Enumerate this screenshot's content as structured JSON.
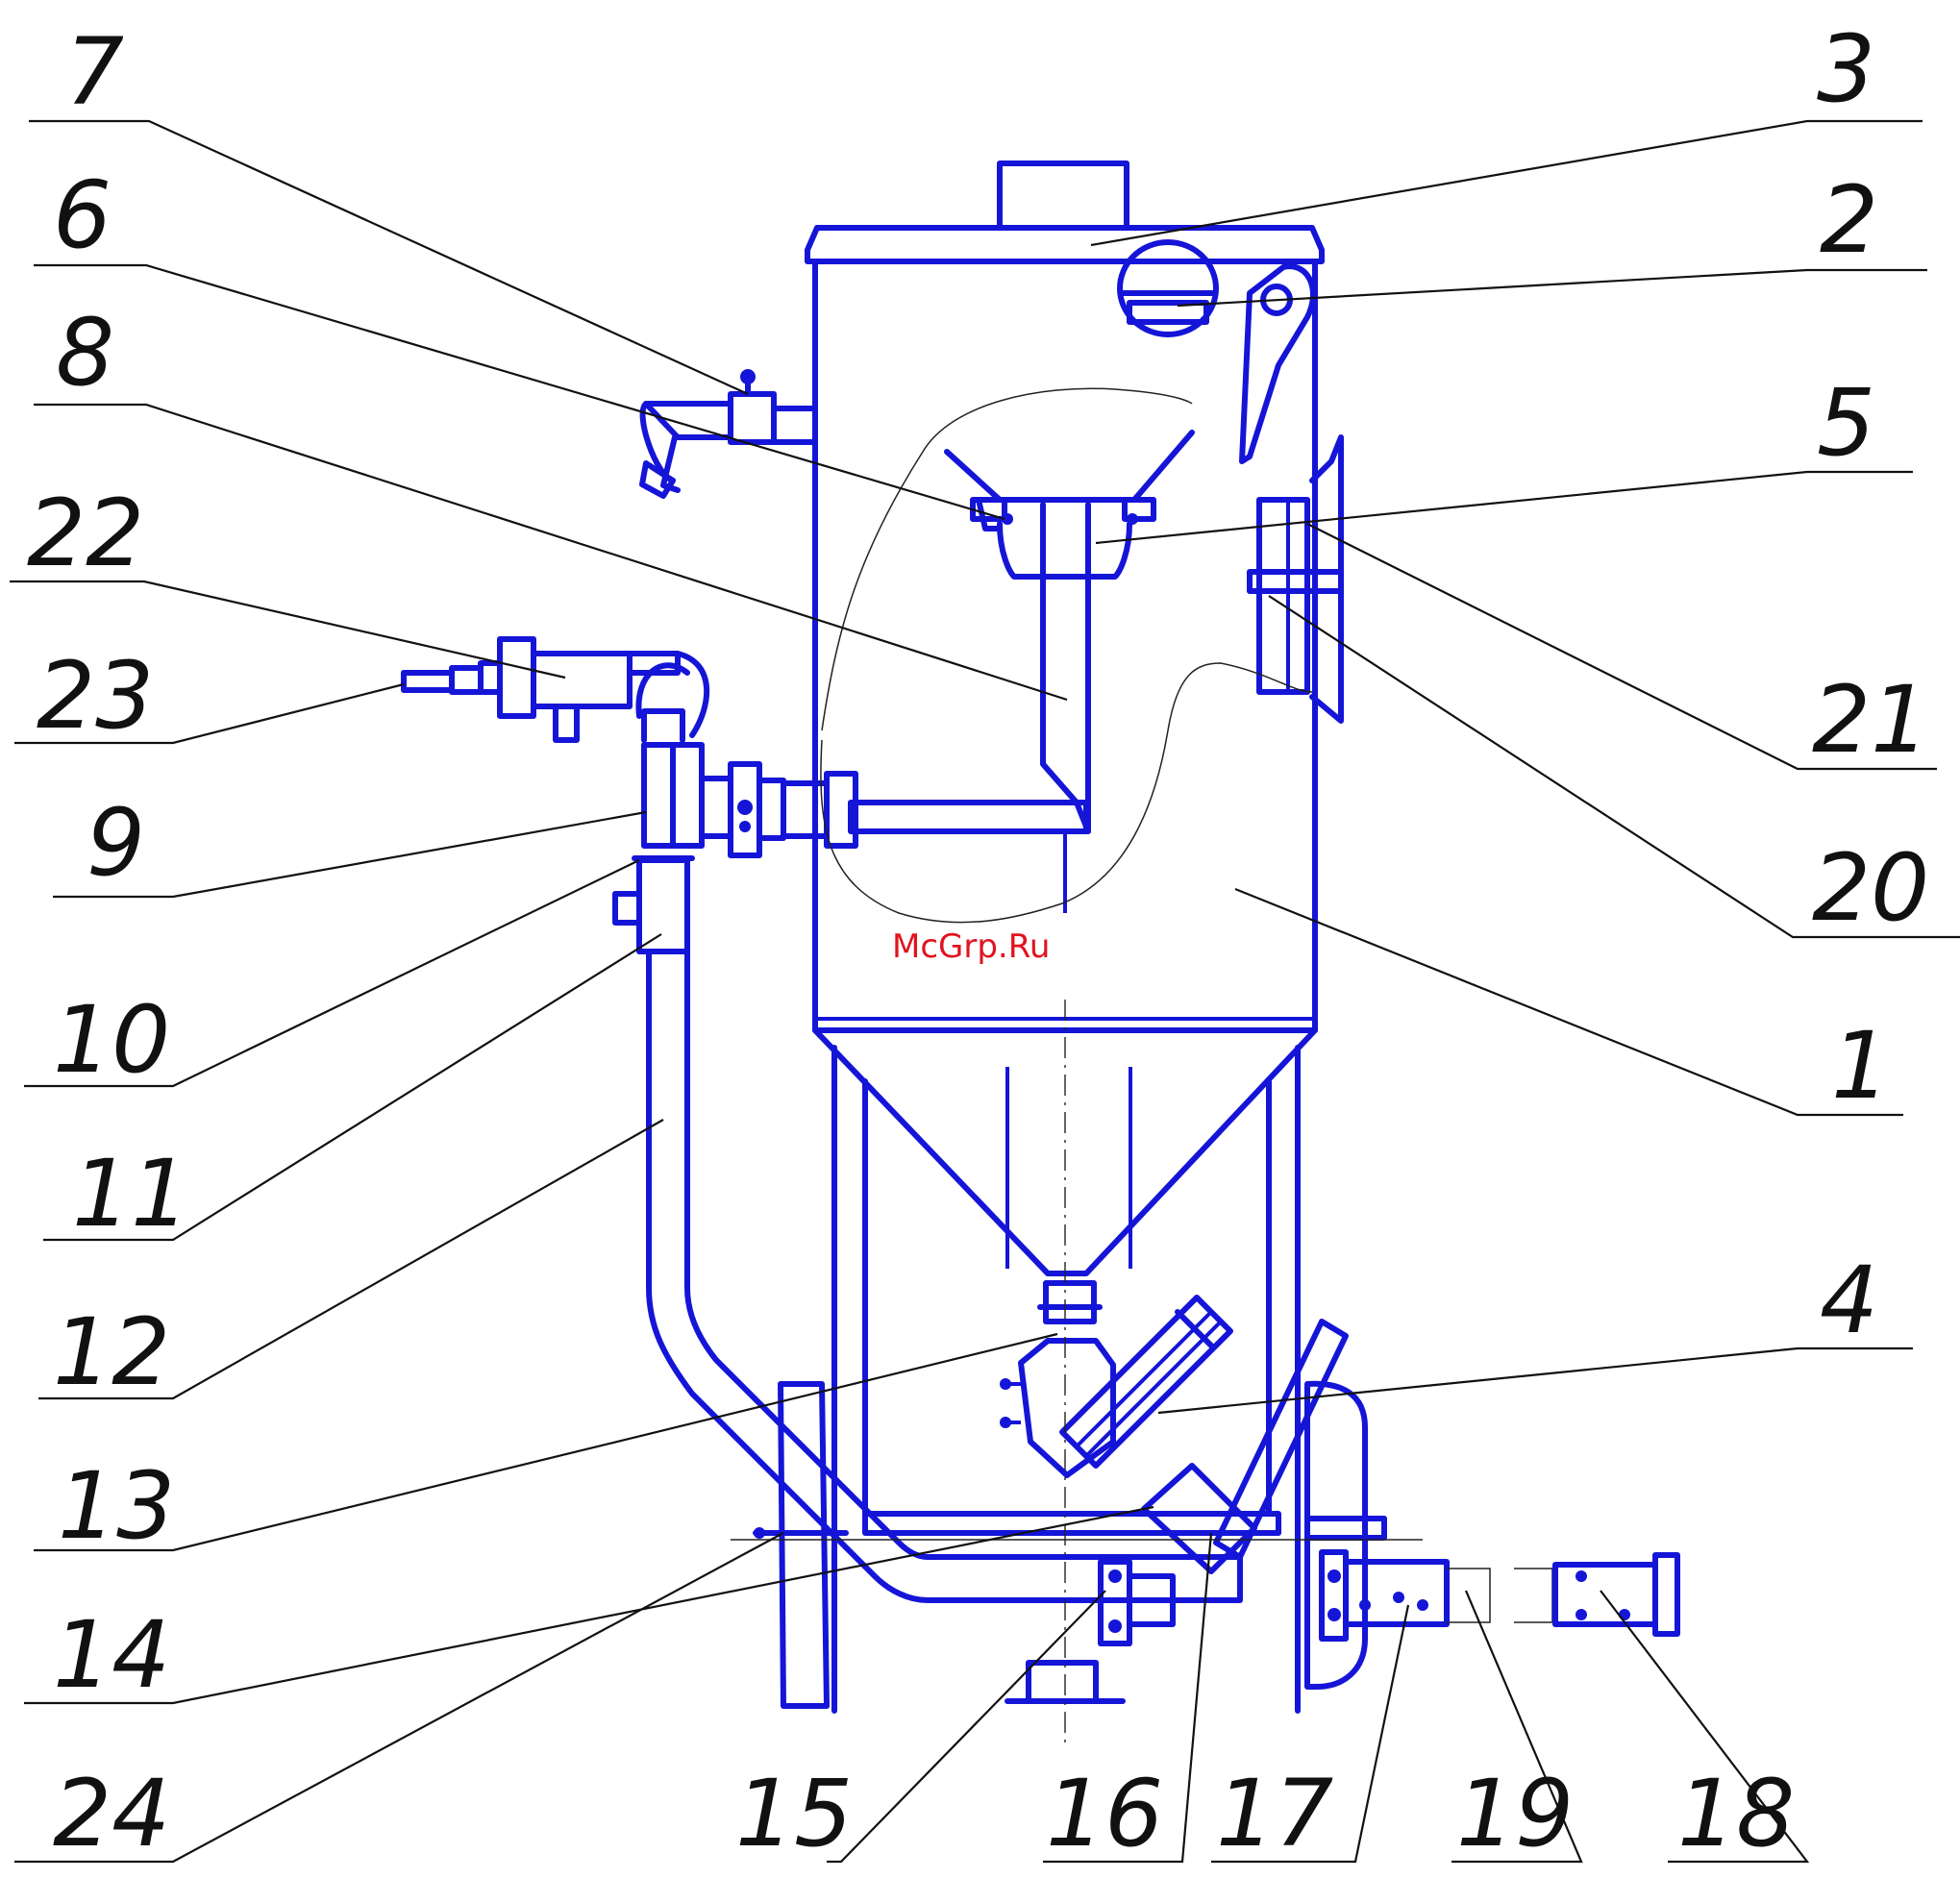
{
  "watermark": "McGrp.Ru",
  "colors": {
    "line": "#1515d8",
    "leader": "#111111",
    "watermark": "#e0141e"
  },
  "callouts": [
    {
      "id": "1",
      "label": "1"
    },
    {
      "id": "2",
      "label": "2"
    },
    {
      "id": "3",
      "label": "3"
    },
    {
      "id": "4",
      "label": "4"
    },
    {
      "id": "5",
      "label": "5"
    },
    {
      "id": "6",
      "label": "6"
    },
    {
      "id": "7",
      "label": "7"
    },
    {
      "id": "8",
      "label": "8"
    },
    {
      "id": "9",
      "label": "9"
    },
    {
      "id": "10",
      "label": "10"
    },
    {
      "id": "11",
      "label": "11"
    },
    {
      "id": "12",
      "label": "12"
    },
    {
      "id": "13",
      "label": "13"
    },
    {
      "id": "14",
      "label": "14"
    },
    {
      "id": "15",
      "label": "15"
    },
    {
      "id": "16",
      "label": "16"
    },
    {
      "id": "17",
      "label": "17"
    },
    {
      "id": "18",
      "label": "18"
    },
    {
      "id": "19",
      "label": "19"
    },
    {
      "id": "20",
      "label": "20"
    },
    {
      "id": "21",
      "label": "21"
    },
    {
      "id": "22",
      "label": "22"
    },
    {
      "id": "23",
      "label": "23"
    },
    {
      "id": "24",
      "label": "24"
    }
  ]
}
